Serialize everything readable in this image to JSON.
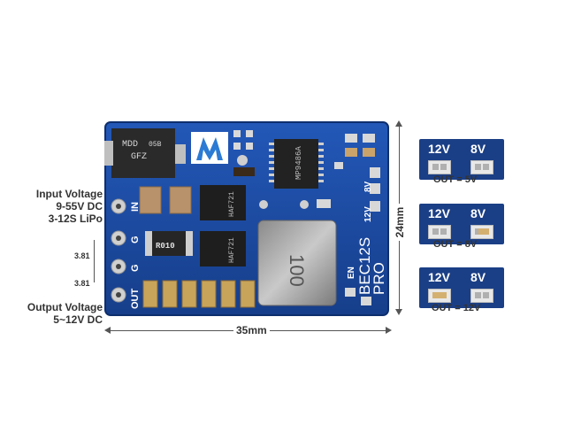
{
  "left_labels": {
    "input_voltage": "Input Voltage",
    "input_range": "9-55V DC",
    "input_cells": "3-12S LiPo",
    "pitch_top": "3.81",
    "pitch_bottom": "3.81",
    "output_voltage": "Output Voltage",
    "output_range": "5~12V DC"
  },
  "dimensions": {
    "width": "35mm",
    "height": "24mm"
  },
  "board": {
    "pin_in": "IN",
    "pin_g1": "G",
    "pin_g2": "G",
    "pin_out": "OUT",
    "chip_tl_line1": "MDD",
    "chip_tl_line2": "05B",
    "chip_tl_line3": "GFZ",
    "chip_ind": "R010",
    "chip_mos1": "HAF721",
    "chip_mos2": "HAF721",
    "chip_ic": "MP9486A",
    "inductor_text": "100",
    "silk_12v": "12V",
    "silk_8v": "8V",
    "silk_en": "EN",
    "model_line1": "BEC12S",
    "model_line2": "PRO"
  },
  "jumpers": [
    {
      "left": "12V",
      "right": "8V",
      "caption": "OUT = 5V"
    },
    {
      "left": "12V",
      "right": "8V",
      "caption": "OUT = 8V"
    },
    {
      "left": "12V",
      "right": "8V",
      "caption": "OUT = 12V"
    }
  ],
  "colors": {
    "pcb": "#1c4a9e",
    "pcb_edge": "#0e2f6e",
    "pad_gold": "#c8a45a"
  }
}
